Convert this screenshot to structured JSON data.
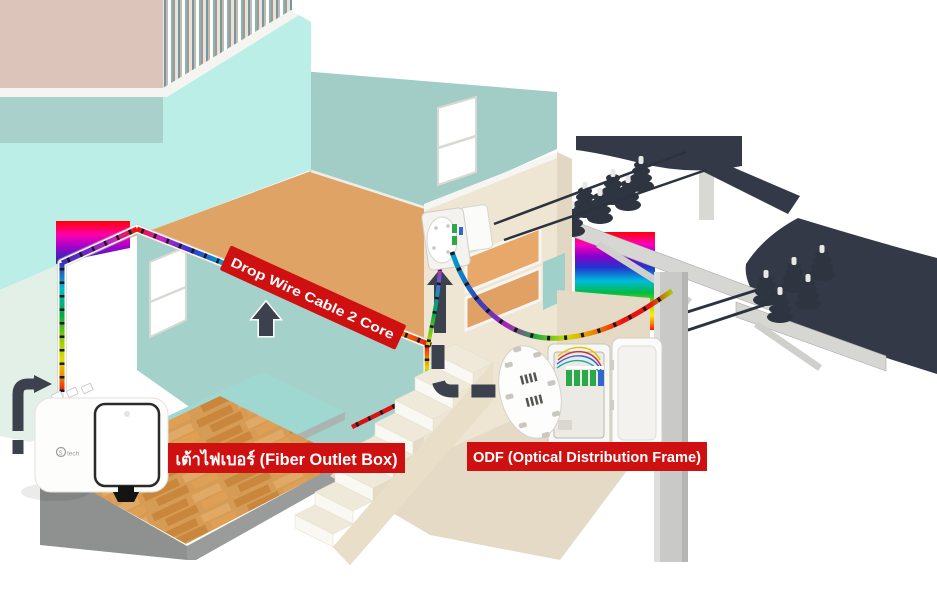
{
  "diagram": {
    "banners": {
      "drop_wire": "Drop Wire Cable 2 Core",
      "fiber_outlet": "เต้าไฟเบอร์ (Fiber Outlet Box)",
      "odf": "ODF (Optical Distribution Frame)"
    },
    "devices": {
      "fiber_outlet_box_brand": "tech"
    },
    "colors": {
      "banner_red": "#ce1010",
      "banner_text": "#ffffff",
      "arrow_dark": "#3b414d",
      "wall_pink": "#dcc4bb",
      "wall_aqua": "#bceee8",
      "wall_teal_dark": "#a5d1cb",
      "wall_teal_band": "#a9d0ca",
      "wall_pale": "#e3f0e8",
      "wall_cream": "#efe5d3",
      "floor_orange": "#e0a366",
      "floor_wood": "#d69c55",
      "ground_beige": "#e4dac5",
      "stairs_white": "#faf8f3",
      "pole_gray": "#c9c9c7",
      "cable_silhouette": "#333947",
      "connector_green": "#2aa84a",
      "connector_blue": "#3366cc"
    }
  }
}
